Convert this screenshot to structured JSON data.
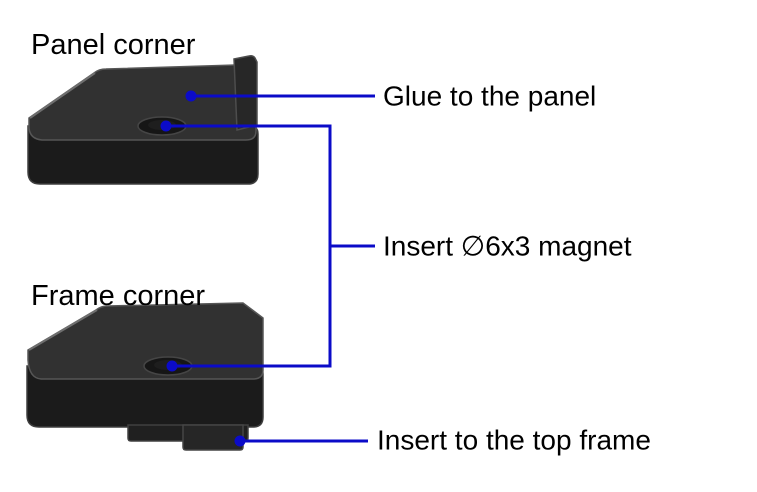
{
  "diagram": {
    "background_color": "#ffffff",
    "line_color": "#0b0bc8",
    "part_top_color": "#313131",
    "part_side_color": "#1b1b1b",
    "recess_color": "#161616",
    "titles": {
      "panel": "Panel corner",
      "frame": "Frame corner"
    },
    "annotations": {
      "glue": "Glue to the panel",
      "magnet": "Insert ∅6x3 magnet",
      "frame_insert": "Insert to the top frame"
    }
  }
}
